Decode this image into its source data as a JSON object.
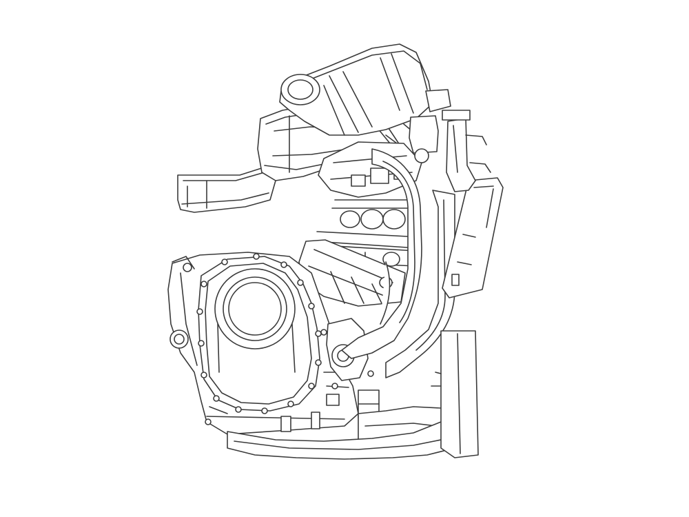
{
  "image": {
    "background_color": "#ffffff",
    "line_color": "#3a3a3a",
    "subject": "engine-line-drawing"
  },
  "parts": [
    "airbox",
    "intake-tube",
    "intake-snorkel",
    "throttle-bodies",
    "cylinder-block",
    "crankcase",
    "clutch-cover",
    "oil-filter",
    "exhaust-headers",
    "collector",
    "radiator",
    "bolts"
  ]
}
